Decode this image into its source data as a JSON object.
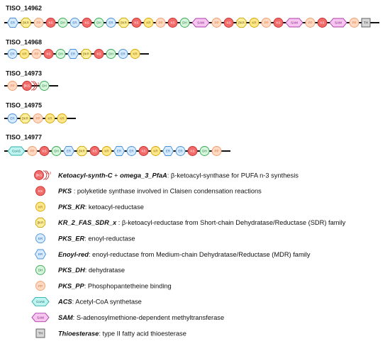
{
  "domain_types": {
    "KS": {
      "shape": "circle",
      "fill": "#f26b6b",
      "stroke": "#c9302c",
      "text": "#ffffff"
    },
    "KR": {
      "shape": "circle",
      "fill": "#ffe88a",
      "stroke": "#d9a400",
      "text": "#8a6a00"
    },
    "DH": {
      "shape": "circle",
      "fill": "#d7f5dc",
      "stroke": "#33a852",
      "text": "#1f7a3a"
    },
    "PP": {
      "shape": "circle",
      "fill": "#ffd9c2",
      "stroke": "#f0a070",
      "text": "#d07040"
    },
    "ER": {
      "shape": "circle",
      "fill": "#d6ebff",
      "stroke": "#4a90d9",
      "text": "#2a6ab0"
    },
    "ERH": {
      "shape": "hexagon",
      "fill": "#d6ebff",
      "stroke": "#4a90d9",
      "text": "#2a6ab0"
    },
    "BKR": {
      "shape": "octagon",
      "fill": "#fff0a0",
      "stroke": "#c9a000",
      "text": "#7a6000"
    },
    "CoAS": {
      "shape": "hexwide",
      "fill": "#bff3f0",
      "stroke": "#2ab0aa",
      "text": "#106a66"
    },
    "SAM": {
      "shape": "hexwide",
      "fill": "#f6c6f0",
      "stroke": "#b03aa8",
      "text": "#7a1a76"
    },
    "TH": {
      "shape": "square",
      "fill": "#d8d8d8",
      "stroke": "#555555",
      "text": "#222222"
    },
    "KSX": {
      "shape": "ksmulti",
      "fill": "#f26b6b",
      "stroke": "#c9302c",
      "text": "#ffffff"
    }
  },
  "labels": {
    "KS": "KS",
    "KR": "KR",
    "DH": "DH",
    "PP": "PP",
    "ER": "ER",
    "ERH": "ER",
    "BKR": "βKR",
    "CoAS": "CoAS",
    "SAM": "SAM",
    "TH": "TH",
    "KSX": "βKS",
    "KSX_suffix": "n-3"
  },
  "genes": [
    {
      "id": "TISO_14962",
      "domains": [
        "ERH",
        "BKR",
        "PP",
        "KS",
        "DH",
        "ER",
        "KS",
        "DH",
        "ER",
        "BKR",
        "KS",
        "KR",
        "PP",
        "KS",
        "DH",
        "SAM",
        "PP",
        "KS",
        "BKR",
        "KR",
        "PP",
        "KS",
        "SAM",
        "PP",
        "KS",
        "SAM",
        "PP",
        "TH"
      ]
    },
    {
      "id": "TISO_14968",
      "domains": [
        "ER",
        "KR",
        "PP",
        "KS",
        "DH",
        "ERH",
        "BKR",
        "KS",
        "DH",
        "ER",
        "KR"
      ]
    },
    {
      "id": "TISO_14973",
      "domains": [
        "PP",
        "KSX",
        "DH"
      ]
    },
    {
      "id": "TISO_14975",
      "domains": [
        "ER",
        "BKR",
        "PP",
        "KR",
        "KR"
      ]
    },
    {
      "id": "TISO_14977",
      "domains": [
        "CoAS",
        "PP",
        "KS",
        "DH",
        "ERH",
        "BKR",
        "KS",
        "KR",
        "ERH",
        "ER",
        "KS",
        "KR",
        "ERH",
        "ER",
        "KS",
        "DH",
        "PP"
      ]
    }
  ],
  "legend": [
    {
      "type": "KSX",
      "term": "Ketoacyl-synth-C",
      "joiner": " + ",
      "term2": "omega_3_PfaA",
      "desc": ": β-ketoacyl-synthase for PUFA n-3 synthesis"
    },
    {
      "type": "KS",
      "term": "PKS",
      "desc": " : polyketide synthase involved in Claisen condensation reactions"
    },
    {
      "type": "KR",
      "term": "PKS_KR",
      "desc": ": ketoacyl-reductase"
    },
    {
      "type": "BKR",
      "term": "KR_2_FAS_SDR_x",
      "desc": " : β-ketoacyl-reductase from Short-chain Dehydratase/Reductase (SDR) family"
    },
    {
      "type": "ER",
      "term": "PKS_ER",
      "desc": ": enoyl-reductase"
    },
    {
      "type": "ERH",
      "term": "Enoyl-red",
      "desc": ": enoyl-reductase from Medium-chain Dehydratase/Reductase (MDR) family"
    },
    {
      "type": "DH",
      "term": "PKS_DH",
      "desc": ": dehydratase"
    },
    {
      "type": "PP",
      "term": "PKS_PP",
      "desc": ": Phosphopantetheine binding"
    },
    {
      "type": "CoAS",
      "term": "ACS",
      "desc": ": Acetyl-CoA synthetase"
    },
    {
      "type": "SAM",
      "term": "SAM",
      "desc": ": S-adenosylmethione-dependent methyltransferase"
    },
    {
      "type": "TH",
      "term": "Thioesterase",
      "desc": ": type II fatty acid thioesterase"
    }
  ]
}
